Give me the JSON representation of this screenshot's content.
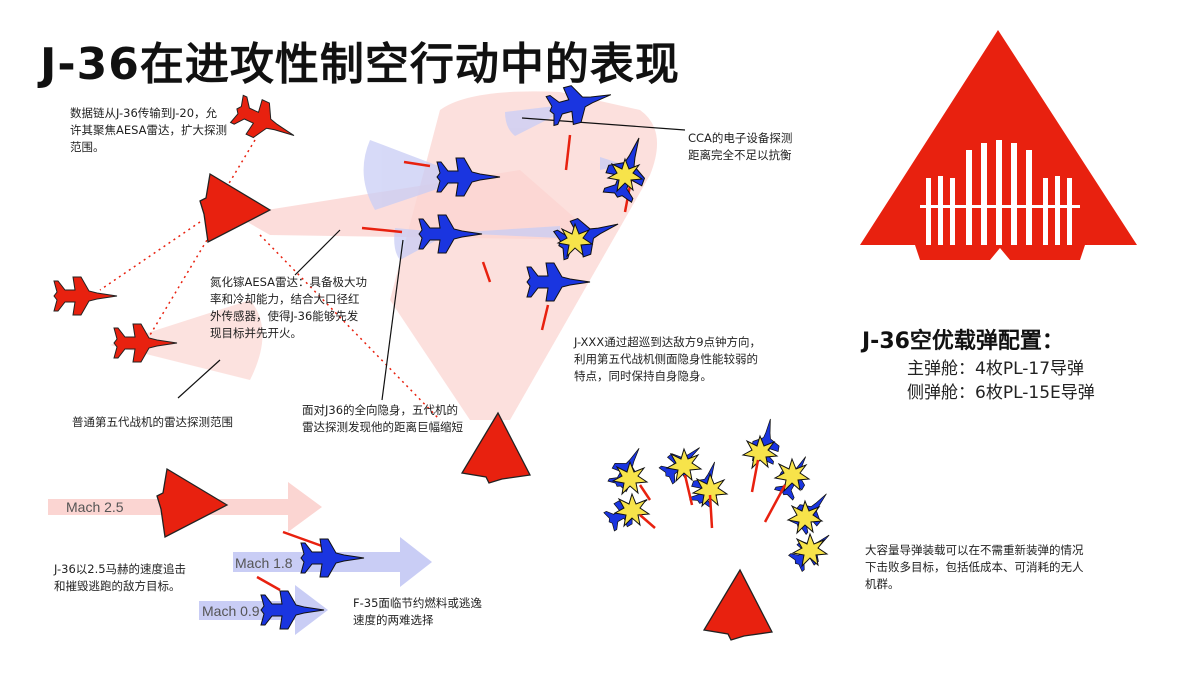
{
  "title": "J-36在进攻性制空行动中的表现",
  "annotations": {
    "datalink": "数据链从J-36传输到J-20，允\n许其聚焦AESA雷达，扩大探测\n范围。",
    "aesa": "氮化镓AESA雷达：具备极大功\n率和冷却能力，结合大口径红\n外传感器，使得J-36能够先发\n现目标并先开火。",
    "fifth_gen_range": "普通第五代战机的雷达探测范围",
    "stealth": "面对J36的全向隐身，五代机的\n雷达探测发现他的距离巨幅缩短",
    "cca": "CCA的电子设备探测\n距离完全不足以抗衡",
    "jxxx": "J-XXX通过超巡到达敌方9点钟方向，\n利用第五代战机侧面隐身性能较弱的\n特点，同时保持自身隐身。",
    "chase": "J-36以2.5马赫的速度追击\n和摧毁逃跑的敌方目标。",
    "f35": "F-35面临节约燃料或逃逸\n速度的两难选择",
    "swarm": "大容量导弹装载可以在不需重新装弹的情况\n下击败多目标，包括低成本、可消耗的无人\n机群。"
  },
  "speeds": {
    "j36": "Mach 2.5",
    "enemy_fast": "Mach 1.8",
    "enemy_slow": "Mach 0.9"
  },
  "loadout": {
    "title": "J-36空优载弹配置：",
    "main_bay": "主弹舱：4枚PL-17导弹",
    "side_bay": "侧弹舱：6枚PL-15E导弹"
  },
  "colors": {
    "friendly": "#e8210f",
    "enemy": "#1a35e0",
    "friendly_zone": "#fbd5d2",
    "enemy_zone": "#c9cdf5",
    "explosion": "#f7e34a"
  }
}
